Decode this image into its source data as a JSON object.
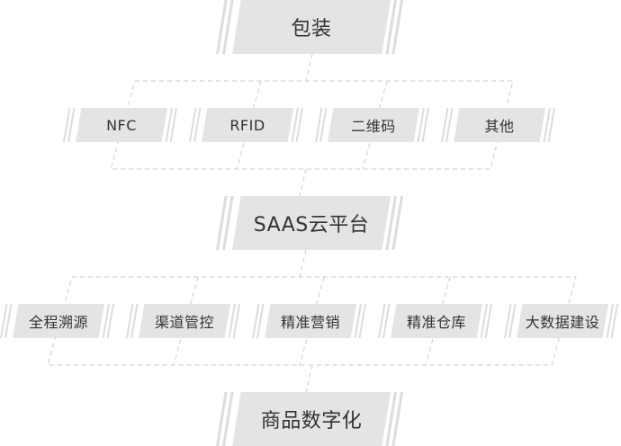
{
  "diagram": {
    "top_node": "包装",
    "carriers": [
      "NFC",
      "RFID",
      "二维码",
      "其他"
    ],
    "platform_node": "SAAS云平台",
    "services": [
      "全程溯源",
      "渠道管控",
      "精准营销",
      "精准仓库",
      "大数据建设"
    ],
    "bottom_node": "商品数字化"
  },
  "colors": {
    "box_fill": "#e4e4e4",
    "stripe": "#dcdcdc",
    "dash_line": "#cccccc",
    "text": "#333333"
  }
}
